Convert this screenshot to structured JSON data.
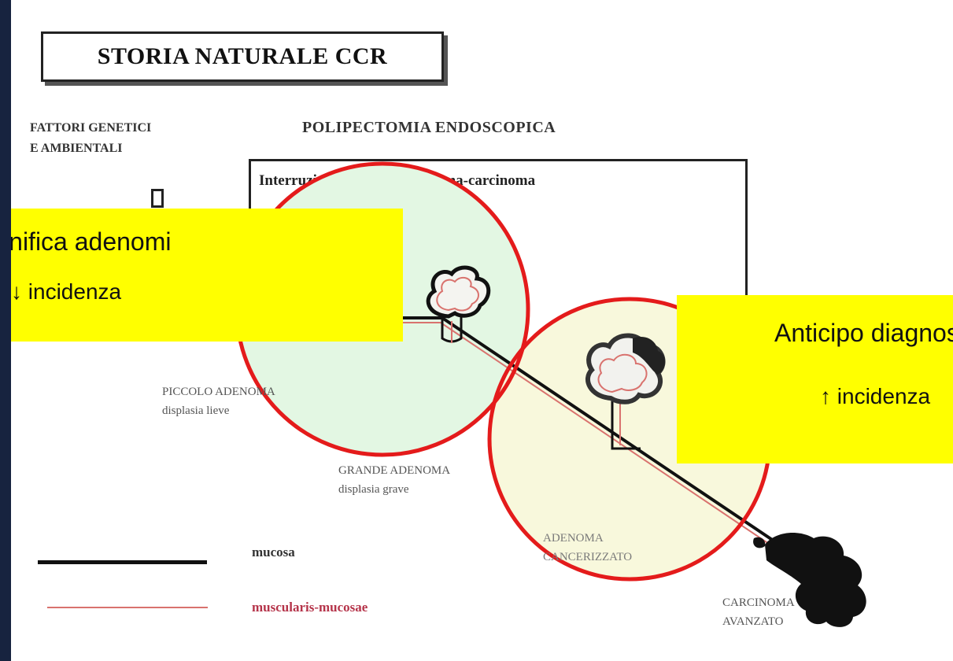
{
  "title": "STORIA NATURALE CCR",
  "factors": {
    "line1": "FATTORI GENETICI",
    "line2": "E AMBIENTALI"
  },
  "polipectomia": "POLIPECTOMIA ENDOSCOPICA",
  "interruption": "Interruzione sequenza adenoma-carcinoma",
  "stages": {
    "small_adenoma": {
      "line1": "PICCOLO ADENOMA",
      "line2": "displasia lieve"
    },
    "large_adenoma": {
      "line1": "GRANDE ADENOMA",
      "line2": "displasia grave"
    },
    "cancerized_adenoma": {
      "line1": "ADENOMA",
      "line2": "CANCERIZZATO"
    },
    "advanced_carcinoma": {
      "line1": "CARCINOMA",
      "line2": "AVANZATO"
    }
  },
  "legend": {
    "mucosa": "mucosa",
    "muscularis": "muscularis-mucosae"
  },
  "callouts": {
    "left": {
      "line1": "Bonifica adenomi",
      "line2": "↓↓↓ incidenza"
    },
    "right": {
      "line1": "Anticipo diagnostico",
      "line2": "↑ incidenza"
    }
  },
  "colors": {
    "callout": "#ffff00",
    "circle_stroke": "#e41b1b",
    "mucosa": "#111111",
    "muscularis": "#d9726e",
    "background": "#17233f"
  }
}
